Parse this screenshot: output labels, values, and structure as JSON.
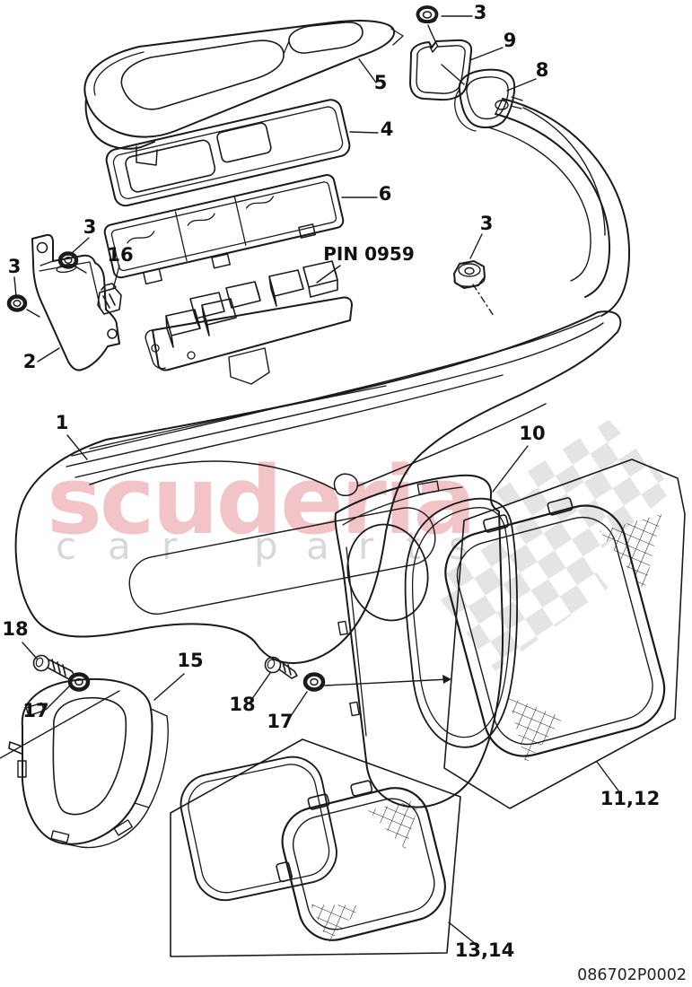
{
  "page": {
    "background": "#ffffff",
    "line_color": "#1a1a1a"
  },
  "watermark": {
    "brand": "scuderia",
    "brand_color": "#f3c4c7",
    "letters": [
      "c",
      "a",
      "r",
      "p",
      "a",
      "r",
      "t",
      "s"
    ],
    "letters_color": "#d8d8d8",
    "flag_color": "#e4e4e4"
  },
  "doc_number": "086702P0002",
  "callouts": [
    "3",
    "9",
    "8",
    "5",
    "4",
    "6",
    "3",
    "16",
    "3",
    "PIN 0959",
    "3",
    "2",
    "1",
    "10",
    "18",
    "15",
    "17",
    "18",
    "17",
    "11,12",
    "13,14"
  ]
}
